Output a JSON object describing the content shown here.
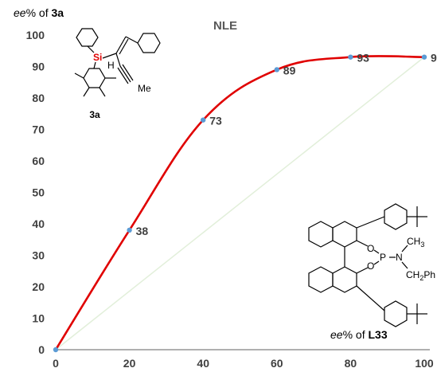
{
  "chart_data": {
    "type": "line",
    "title": "NLE",
    "ylabel_prefix": "ee",
    "ylabel_mid": "% of ",
    "ylabel_bold": "3a",
    "xlabel_prefix": "ee",
    "xlabel_mid": "% of ",
    "xlabel_bold": "L33",
    "xlim": [
      0,
      100
    ],
    "ylim": [
      0,
      100
    ],
    "xticks": [
      "0",
      "20",
      "40",
      "60",
      "80",
      "100"
    ],
    "yticks": [
      "0",
      "10",
      "20",
      "30",
      "40",
      "50",
      "60",
      "70",
      "80",
      "90",
      "100"
    ],
    "series": [
      {
        "x": [
          0,
          20,
          40,
          60,
          80,
          100
        ],
        "y": [
          0,
          38,
          73,
          89,
          93,
          93
        ],
        "labels": [
          "",
          "38",
          "73",
          "89",
          "93",
          "9"
        ]
      }
    ],
    "reference_line": {
      "x": [
        0,
        100
      ],
      "y": [
        0,
        93
      ]
    },
    "colors": {
      "curve": "#e00000",
      "marker": "#5b9bd5",
      "reference": "#e2efda",
      "axis": "#808080"
    },
    "grid": false,
    "legend": "none"
  },
  "structures": {
    "top_left": {
      "si": "Si",
      "h": "H",
      "me": "Me",
      "name": "3a"
    },
    "bottom_right": {
      "o1": "O",
      "o2": "O",
      "p": "P",
      "n": "N",
      "ch3": "CH",
      "ch3_sub": "3",
      "ch2": "CH",
      "ch2_sub": "2",
      "ph": "Ph"
    }
  }
}
